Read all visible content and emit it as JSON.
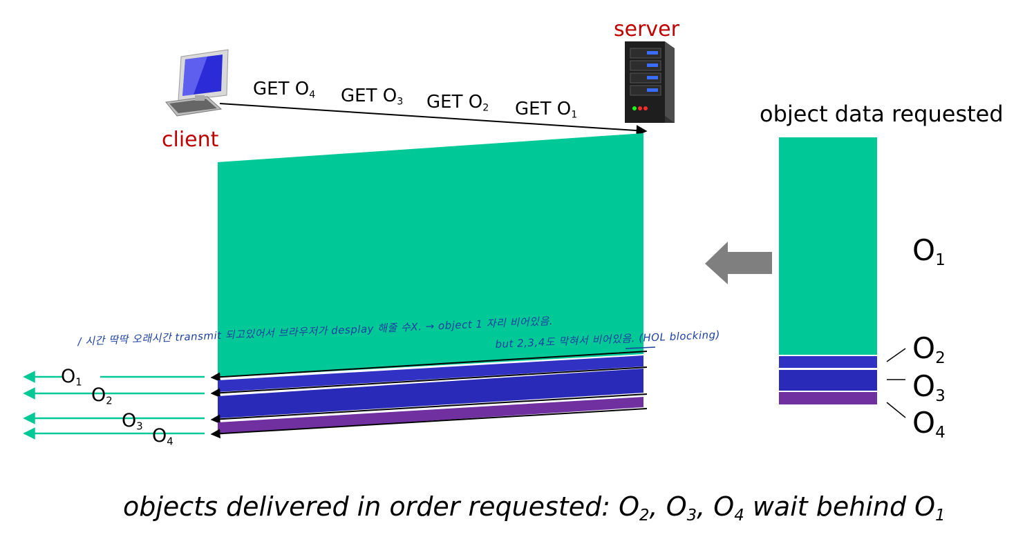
{
  "nodes": {
    "server_label": "server",
    "client_label": "client"
  },
  "requests": [
    {
      "base": "GET O",
      "sub": "4"
    },
    {
      "base": "GET O",
      "sub": "3"
    },
    {
      "base": "GET O",
      "sub": "2"
    },
    {
      "base": "GET O",
      "sub": "1"
    }
  ],
  "stack": {
    "title": "object data requested",
    "labels": [
      {
        "base": "O",
        "sub": "1"
      },
      {
        "base": "O",
        "sub": "2"
      },
      {
        "base": "O",
        "sub": "3"
      },
      {
        "base": "O",
        "sub": "4"
      }
    ]
  },
  "delivered": [
    {
      "base": "O",
      "sub": "1"
    },
    {
      "base": "O",
      "sub": "2"
    },
    {
      "base": "O",
      "sub": "3"
    },
    {
      "base": "O",
      "sub": "4"
    }
  ],
  "annotation": {
    "line1": "/ 시간 딱딱 오래시간 transmit 되고있어서 브라우저가 desplay 해줄 수X.  → object 1 자리 비어있음.",
    "line2": "but 2,3,4도 막혀서 비어있음. (HOL blocking)"
  },
  "caption": {
    "prefix": "objects delivered in order requested: O",
    "s1": "2",
    "mid1": ", O",
    "s2": "3",
    "mid2": ", O",
    "s3": "4",
    "mid3": " wait behind O",
    "s4": "1"
  },
  "colors": {
    "o1": "#00c896",
    "o2": "#3131c4",
    "o3": "#2a2ab8",
    "o4": "#7030a0",
    "arrow_green": "#00c896",
    "server_label": "#c00000",
    "client_label": "#c00000",
    "handwriting": "#1a3fa0"
  }
}
